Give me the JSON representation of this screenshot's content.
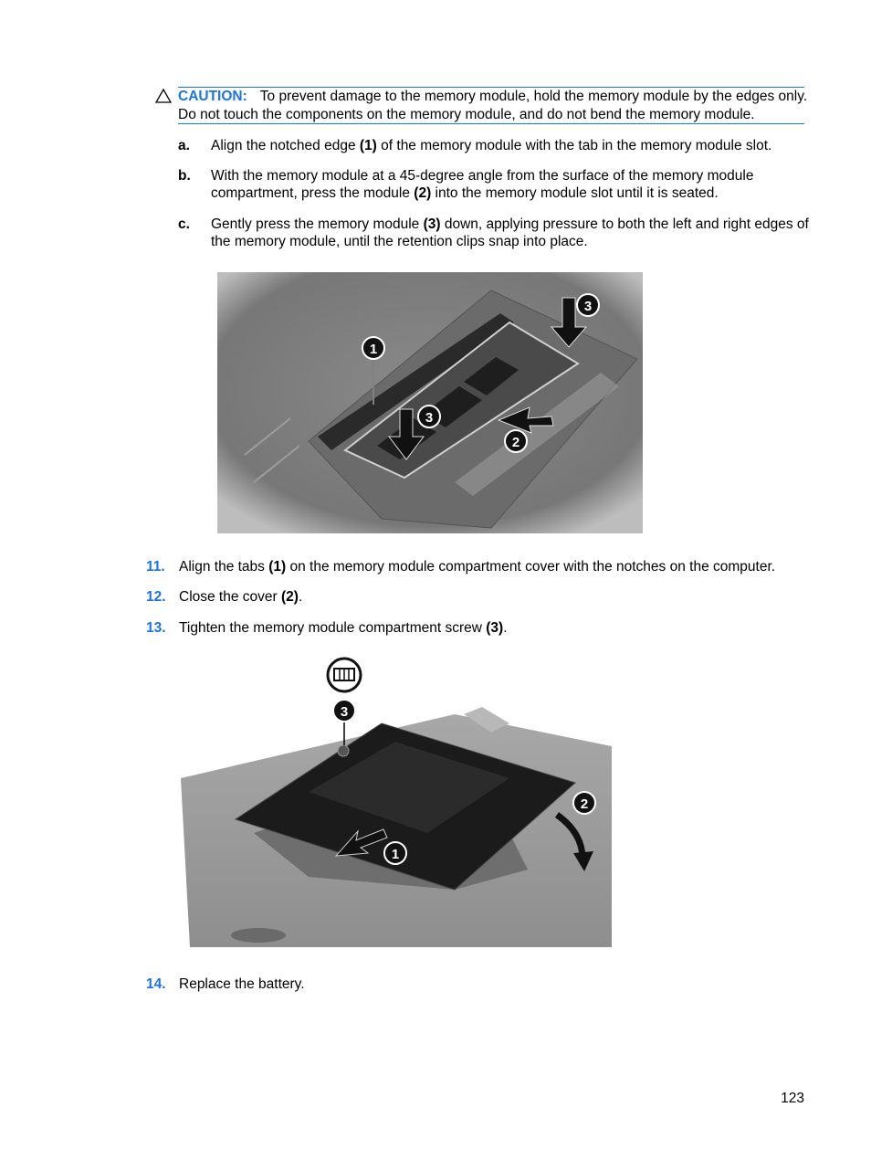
{
  "caution": {
    "label": "CAUTION:",
    "text": "To prevent damage to the memory module, hold the memory module by the edges only. Do not touch the components on the memory module, and do not bend the memory module."
  },
  "substeps": [
    {
      "letter": "a.",
      "parts": [
        "Align the notched edge ",
        "(1)",
        " of the memory module with the tab in the memory module slot."
      ]
    },
    {
      "letter": "b.",
      "parts": [
        "With the memory module at a 45-degree angle from the surface of the memory module compartment, press the module ",
        "(2)",
        " into the memory module slot until it is seated."
      ]
    },
    {
      "letter": "c.",
      "parts": [
        "Gently press the memory module ",
        "(3)",
        " down, applying pressure to both the left and right edges of the memory module, until the retention clips snap into place."
      ]
    }
  ],
  "figure1": {
    "callouts": [
      "1",
      "2",
      "3",
      "3"
    ]
  },
  "steps": [
    {
      "num": "11.",
      "parts": [
        "Align the tabs ",
        "(1)",
        " on the memory module compartment cover with the notches on the computer."
      ]
    },
    {
      "num": "12.",
      "parts": [
        "Close the cover ",
        "(2)",
        "."
      ]
    },
    {
      "num": "13.",
      "parts": [
        "Tighten the memory module compartment screw ",
        "(3)",
        "."
      ]
    }
  ],
  "figure2": {
    "callouts": [
      "3",
      "2",
      "1"
    ],
    "icon": "memory-module-icon"
  },
  "final_step": {
    "num": "14.",
    "text": "Replace the battery."
  },
  "page_number": "123"
}
